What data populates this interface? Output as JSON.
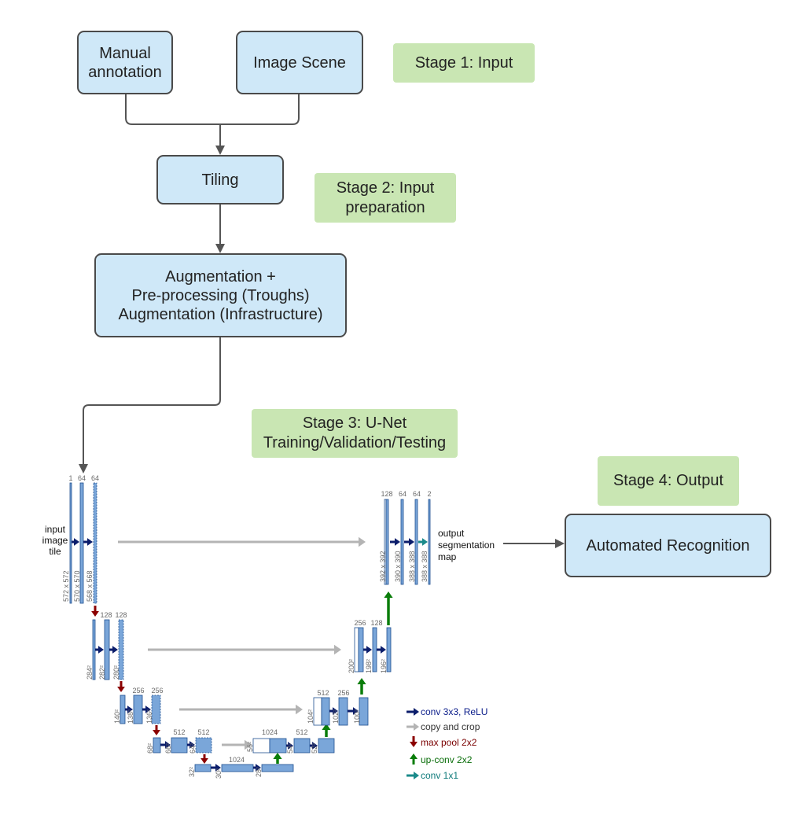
{
  "flowchart": {
    "manual_annotation": "Manual\nannotation",
    "image_scene": "Image Scene",
    "tiling": "Tiling",
    "augmentation": "Augmentation +\nPre-processing (Troughs)\nAugmentation (Infrastructure)",
    "automated_recognition": "Automated Recognition"
  },
  "stages": {
    "stage1": "Stage 1: Input",
    "stage2": "Stage 2: Input\npreparation",
    "stage3": "Stage 3: U-Net\nTraining/Validation/Testing",
    "stage4": "Stage 4: Output"
  },
  "unet": {
    "input_label": [
      "input",
      "image",
      "tile"
    ],
    "output_label": [
      "output",
      "segmentation",
      "map"
    ],
    "channels": {
      "l1": [
        "1",
        "64",
        "64"
      ],
      "l2": [
        "128",
        "128"
      ],
      "l3": [
        "256",
        "256"
      ],
      "l4": [
        "512",
        "512"
      ],
      "l5": [
        "1024"
      ],
      "bottleneck_top": "1024",
      "u4": [
        "512"
      ],
      "u3": [
        "512",
        "256"
      ],
      "u2": [
        "256",
        "128"
      ],
      "u1": [
        "128",
        "64",
        "64",
        "2"
      ]
    },
    "sizes": {
      "l1": [
        "572 x 572",
        "570 x 570",
        "568 x 568"
      ],
      "l2": [
        "284²",
        "282²",
        "280²"
      ],
      "l3": [
        "140²",
        "138²",
        "136²"
      ],
      "l4": [
        "68²",
        "66²",
        "64²"
      ],
      "l5": [
        "32²",
        "30²",
        "28²"
      ],
      "u4": [
        "56²",
        "54²",
        "52²"
      ],
      "u3": [
        "104²",
        "102²",
        "100²"
      ],
      "u2": [
        "200²",
        "198²",
        "196²"
      ],
      "u1": [
        "392 x 392",
        "390 x 390",
        "388 x 388",
        "388 x 388"
      ]
    },
    "legend": [
      {
        "label": "conv 3x3, ReLU",
        "color": "#0b1d8a",
        "icon": "arrow-right"
      },
      {
        "label": "copy and crop",
        "color": "#333333",
        "icon": "arrow-right"
      },
      {
        "label": "max pool 2x2",
        "color": "#7a0000",
        "icon": "arrow-down"
      },
      {
        "label": "up-conv 2x2",
        "color": "#0a6e0a",
        "icon": "arrow-up"
      },
      {
        "label": "conv 1x1",
        "color": "#0e7a7a",
        "icon": "arrow-right"
      }
    ],
    "colors": {
      "feature_map": "#7aa6d9",
      "conv_arrow": "#0b1d6b",
      "copy_arrow": "#b4b4b4",
      "pool_arrow": "#8b0000",
      "upconv_arrow": "#0a7d0a",
      "conv1x1_arrow": "#1a8a8a"
    }
  }
}
